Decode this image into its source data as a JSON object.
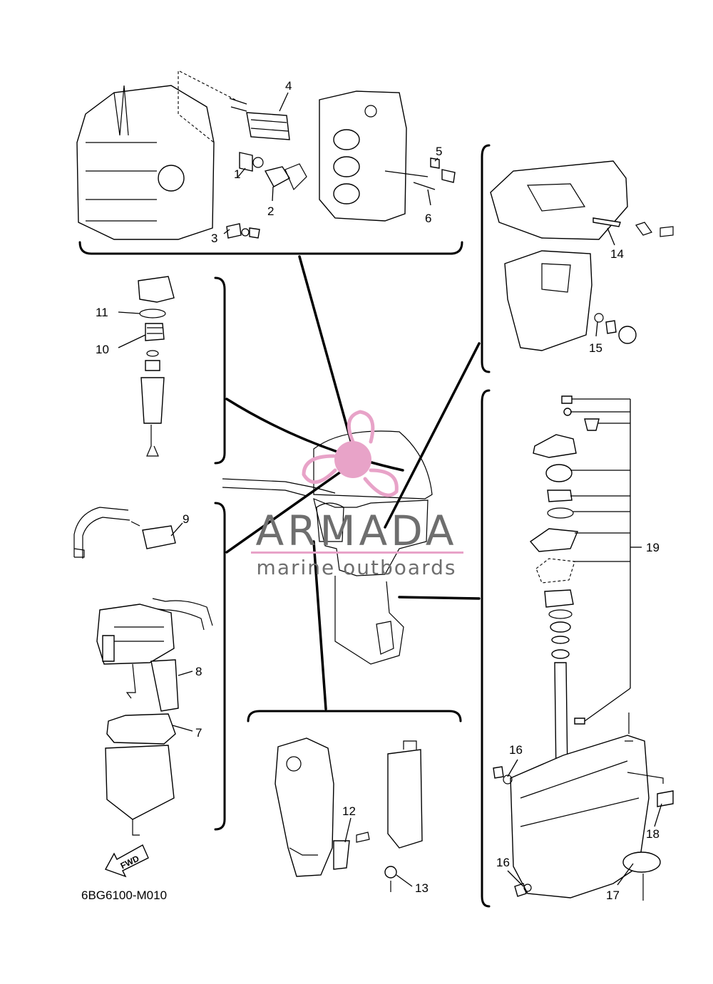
{
  "diagram": {
    "code": "6BG6100-M010",
    "fwd_label": "FWD",
    "callouts": [
      "1",
      "2",
      "3",
      "4",
      "5",
      "6",
      "7",
      "8",
      "9",
      "10",
      "11",
      "12",
      "13",
      "14",
      "15",
      "16",
      "16",
      "17",
      "18",
      "19"
    ]
  },
  "watermark": {
    "brand": "ARMADA",
    "tagline": "marine outboards",
    "accent_color": "#e8a3c8",
    "text_color": "#6e6e6e"
  }
}
